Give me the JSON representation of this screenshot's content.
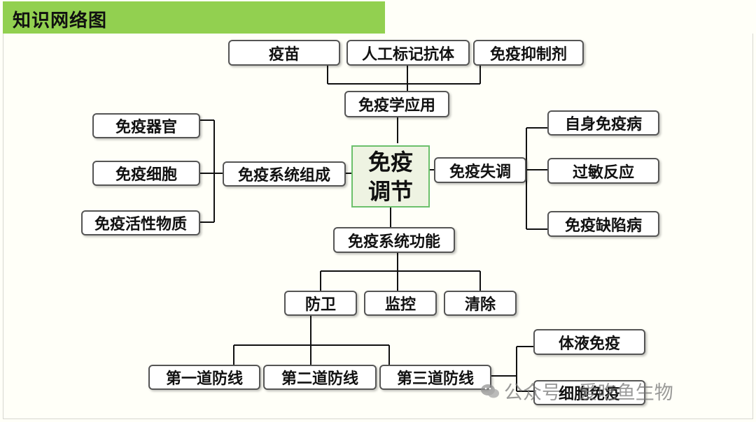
{
  "title": "知识网络图",
  "center": {
    "line1": "免疫",
    "line2": "调节"
  },
  "applications": {
    "label": "免疫学应用",
    "items": [
      "疫苗",
      "人工标记抗体",
      "免疫抑制剂"
    ]
  },
  "composition": {
    "label": "免疫系统组成",
    "items": [
      "免疫器官",
      "免疫细胞",
      "免疫活性物质"
    ]
  },
  "disorders": {
    "label": "免疫失调",
    "items": [
      "自身免疫病",
      "过敏反应",
      "免疫缺陷病"
    ]
  },
  "functions": {
    "label": "免疫系统功能",
    "items": [
      "防卫",
      "监控",
      "清除"
    ]
  },
  "defense_lines": [
    "第一道防线",
    "第二道防线",
    "第三道防线"
  ],
  "specific_immunity": [
    "体液免疫",
    "细胞免疫"
  ],
  "watermark": "公众号 · 爱吃鱼生物"
}
